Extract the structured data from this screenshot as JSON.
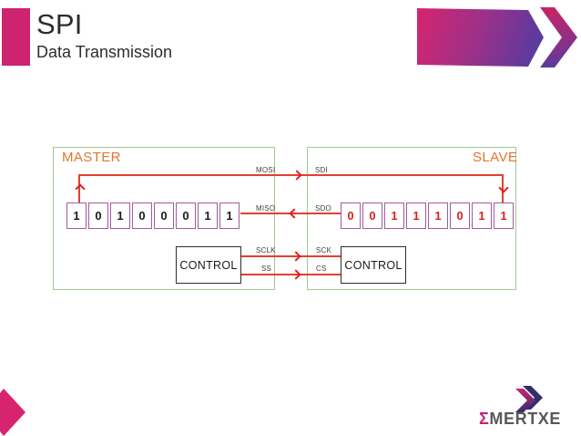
{
  "header": {
    "title": "SPI",
    "subtitle": "Data Transmission"
  },
  "diagram": {
    "master": {
      "label": "MASTER",
      "register": [
        "1",
        "0",
        "1",
        "0",
        "0",
        "0",
        "1",
        "1"
      ],
      "control": "CONTROL",
      "signals": {
        "mosi": "MOSI",
        "miso": "MISO",
        "sclk": "SCLK",
        "ss": "SS"
      }
    },
    "slave": {
      "label": "SLAVE",
      "register": [
        "0",
        "0",
        "1",
        "1",
        "1",
        "0",
        "1",
        "1"
      ],
      "control": "CONTROL",
      "signals": {
        "sdi": "SDI",
        "sdo": "SDO",
        "sck": "SCK",
        "cs": "CS"
      }
    }
  },
  "logo": {
    "sigma": "Σ",
    "name": "MERTXE"
  },
  "colors": {
    "accent_pink": "#CE2370",
    "banner_pink": "#D6246E",
    "banner_purple": "#5C3A9E",
    "box_green": "#A2C795",
    "label_orange": "#E2752C",
    "register_border_purple": "#A55AA5",
    "wire_red": "#E2402F",
    "arrow_red": "#E01F1F",
    "slave_bit_red": "#DD1F1F",
    "logo_sigma_pink": "#C62371",
    "logo_text_gray": "#595959",
    "logo_chevron_navy": "#322D6B"
  }
}
